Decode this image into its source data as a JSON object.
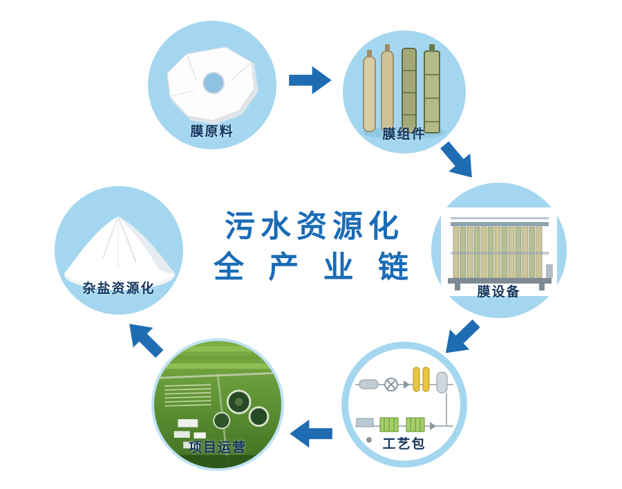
{
  "title": {
    "line1": "污水资源化",
    "line2": "全 产 业 链"
  },
  "nodes": [
    {
      "label": "膜原料",
      "image": "membrane-disc"
    },
    {
      "label": "膜组件",
      "image": "membrane-modules"
    },
    {
      "label": "膜设备",
      "image": "membrane-equipment"
    },
    {
      "label": "工艺包",
      "image": "process-flow-diagram"
    },
    {
      "label": "项目运营",
      "image": "plant-aerial-photo"
    },
    {
      "label": "杂盐资源化",
      "image": "salt-pile"
    }
  ],
  "arrows": [
    {
      "name": "raw-to-module",
      "direction": "right"
    },
    {
      "name": "module-to-equipment",
      "direction": "down-right"
    },
    {
      "name": "equipment-to-process",
      "direction": "down-left"
    },
    {
      "name": "process-to-operation",
      "direction": "left"
    },
    {
      "name": "operation-to-salt",
      "direction": "up-left"
    }
  ],
  "colors": {
    "circle_bg": "#a4d7ef",
    "arrow": "#1e6cb2",
    "title_text": "#1a6bb5",
    "label_text": "#14365e",
    "background": "#ffffff"
  }
}
